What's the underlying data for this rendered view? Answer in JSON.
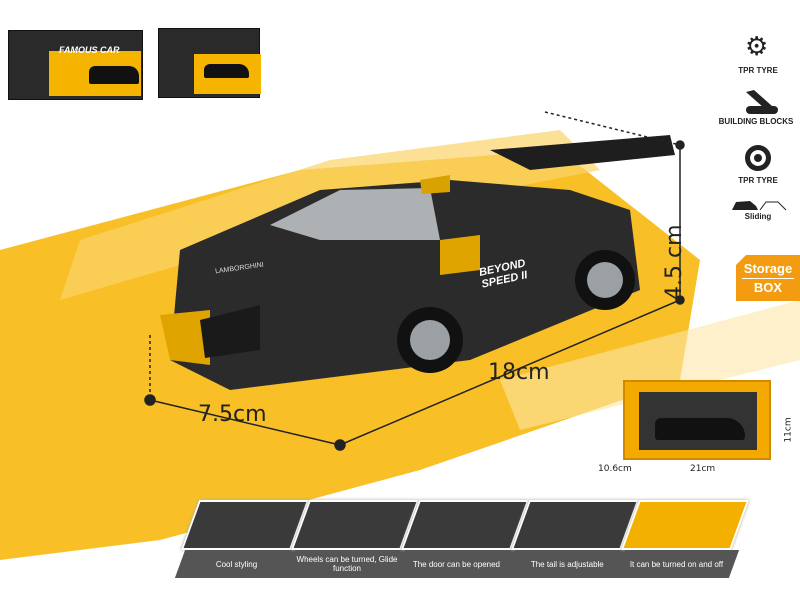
{
  "package": {
    "brand": "FAMOUS CAR"
  },
  "features_side": [
    {
      "icon": "gear-icon",
      "label": "TPR TYRE"
    },
    {
      "icon": "building-blocks-icon",
      "label": "BUILDING BLOCKS"
    },
    {
      "icon": "tyre-icon",
      "label": "TPR TYRE"
    },
    {
      "icon": "sliding-car-icon",
      "label": "Sliding"
    }
  ],
  "storage": {
    "line1": "Storage",
    "line2": "BOX",
    "width": "21cm",
    "depth": "10.6cm",
    "height": "11cm"
  },
  "car": {
    "door_text_1": "BEYOND",
    "door_text_2": "SPEED II",
    "hood_text": "LAMBORGHINI"
  },
  "dimensions": {
    "height": "4.5 cm",
    "length": "18cm",
    "width": "7.5cm"
  },
  "features_bottom": [
    "Cool styling",
    "Wheels can be turned, Glide function",
    "The door can be opened",
    "The tail is adjustable",
    "It can be turned on and off"
  ],
  "colors": {
    "accent": "#f5a800",
    "dark": "#2b2b2b",
    "caption": "#555555"
  }
}
